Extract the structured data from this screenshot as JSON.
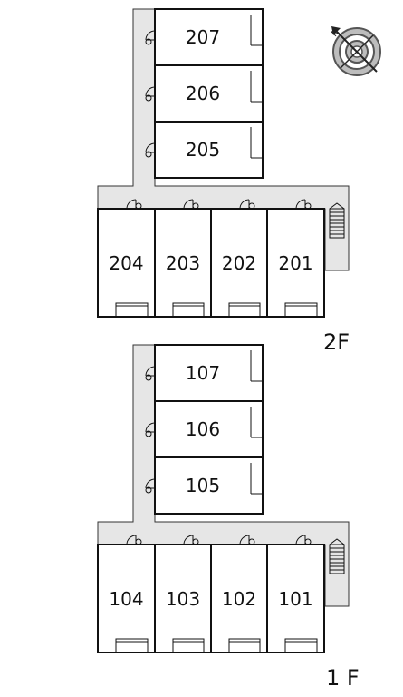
{
  "floors": [
    {
      "label": "2F",
      "rooms_top": [
        "207",
        "206",
        "205"
      ],
      "rooms_bottom": [
        "204",
        "203",
        "202",
        "201"
      ]
    },
    {
      "label": "1 F",
      "rooms_top": [
        "107",
        "106",
        "105"
      ],
      "rooms_bottom": [
        "104",
        "103",
        "102",
        "101"
      ]
    }
  ],
  "compass": {
    "label": "N",
    "icon": "compass-icon"
  }
}
